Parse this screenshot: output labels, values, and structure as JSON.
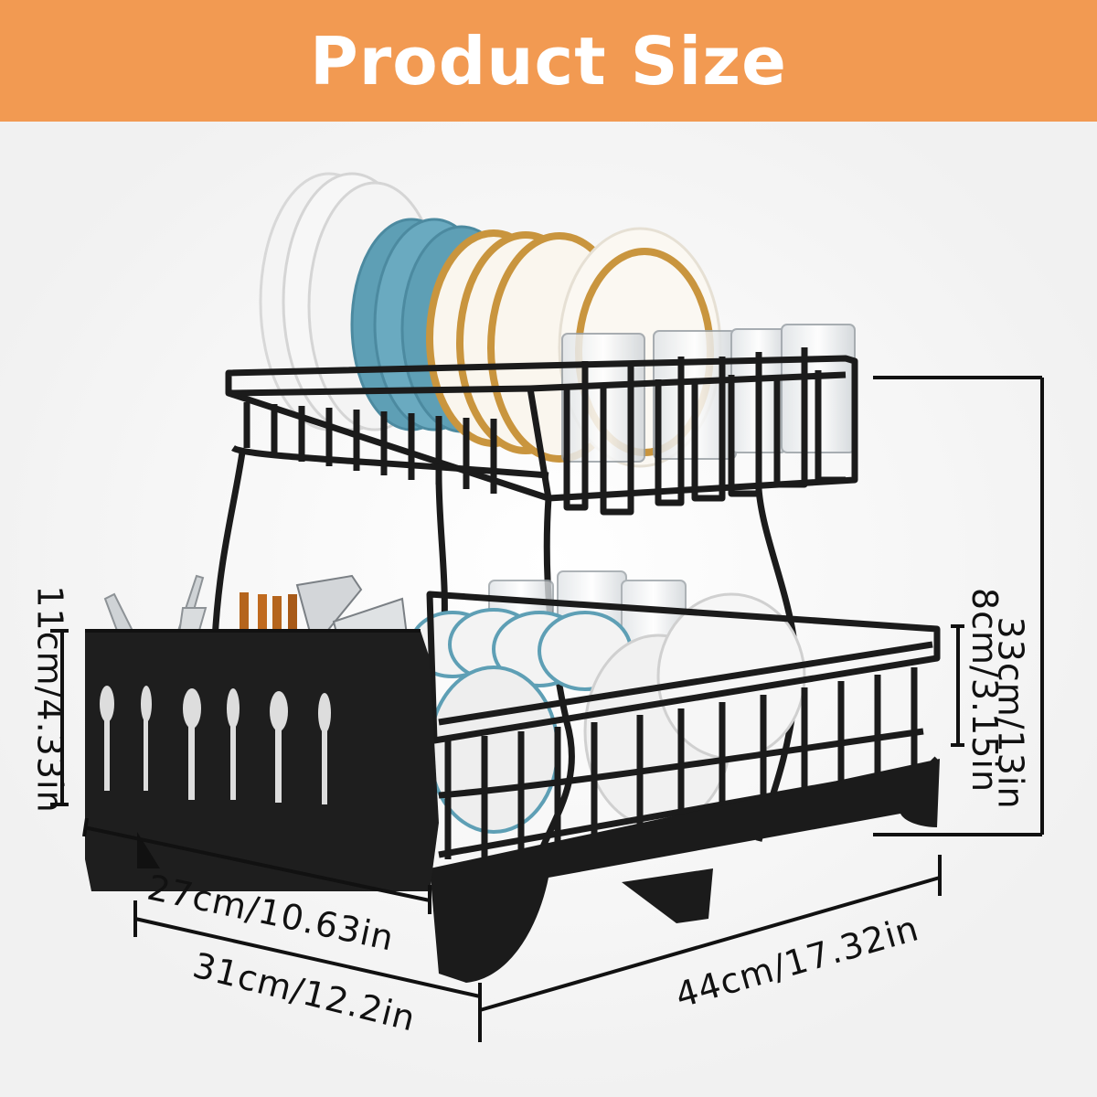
{
  "header": {
    "title": "Product Size",
    "background": "#f29a52",
    "text_color": "#ffffff"
  },
  "product": {
    "image": "two-tier-dish-drying-rack",
    "rack_color": "#1b1b1b",
    "plate_colors": [
      "#f2f2f2",
      "#5e9fb5",
      "#c9953e"
    ]
  },
  "dimensions": {
    "total_height": "33cm/13in",
    "upper_clearance": "8cm/3.15in",
    "basket_height": "11cm/4.33in",
    "basket_width": "27cm/10.63in",
    "depth": "31cm/12.2in",
    "length": "44cm/17.32in"
  }
}
